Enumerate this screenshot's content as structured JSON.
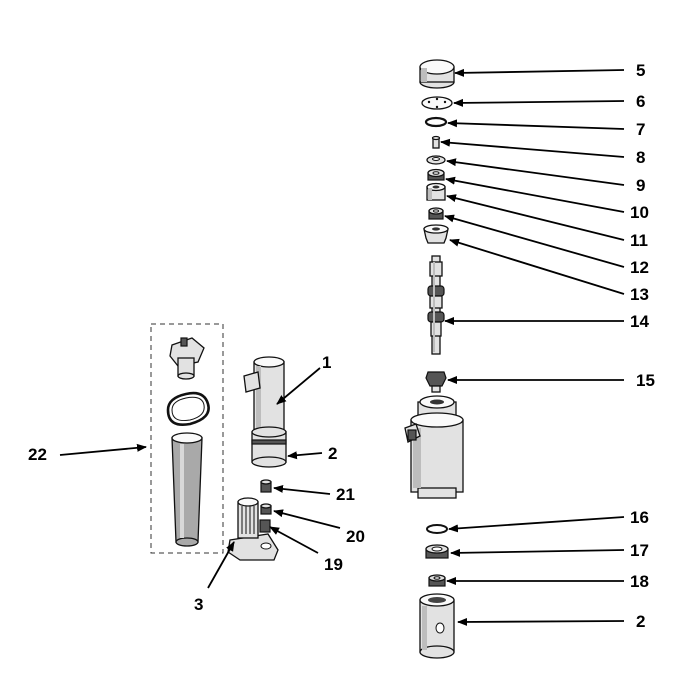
{
  "diagram": {
    "callouts": [
      {
        "id": "c1",
        "label": "1"
      },
      {
        "id": "c2a",
        "label": "2"
      },
      {
        "id": "c2b",
        "label": "2"
      },
      {
        "id": "c3",
        "label": "3"
      },
      {
        "id": "c5",
        "label": "5"
      },
      {
        "id": "c6",
        "label": "6"
      },
      {
        "id": "c7",
        "label": "7"
      },
      {
        "id": "c8",
        "label": "8"
      },
      {
        "id": "c9",
        "label": "9"
      },
      {
        "id": "c10",
        "label": "10"
      },
      {
        "id": "c11",
        "label": "11"
      },
      {
        "id": "c12",
        "label": "12"
      },
      {
        "id": "c13",
        "label": "13"
      },
      {
        "id": "c14",
        "label": "14"
      },
      {
        "id": "c15",
        "label": "15"
      },
      {
        "id": "c16",
        "label": "16"
      },
      {
        "id": "c17",
        "label": "17"
      },
      {
        "id": "c18",
        "label": "18"
      },
      {
        "id": "c19",
        "label": "19"
      },
      {
        "id": "c20",
        "label": "20"
      },
      {
        "id": "c21",
        "label": "21"
      },
      {
        "id": "c22",
        "label": "22"
      }
    ]
  }
}
